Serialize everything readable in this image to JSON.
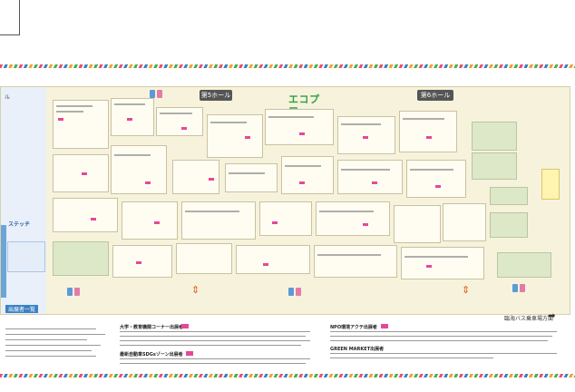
{
  "halls": {
    "left": "ル",
    "hall_a": "第5ホール",
    "hall_b": "第6ホール"
  },
  "logo": "エコプロ",
  "floor_map": {
    "left_section_label": "ステッチ"
  },
  "legend": {
    "left_tag": "出展者一覧"
  },
  "exit": {
    "label": "臨海バス乗車場方面",
    "arrow": "➡"
  },
  "sections": {
    "section_1": "大学・教育機関コーナー出展者",
    "section_2": "NPO環境アクテ出展者",
    "section_3": "最新自動車SDGsゾーン出展者",
    "section_4": "GREEN MARKET出展者"
  },
  "colors": {
    "logo": "#2f9e44",
    "accent_pink": "#e6479a",
    "accent_blue": "#3b82c4",
    "arrow_orange": "#e55a1f"
  }
}
